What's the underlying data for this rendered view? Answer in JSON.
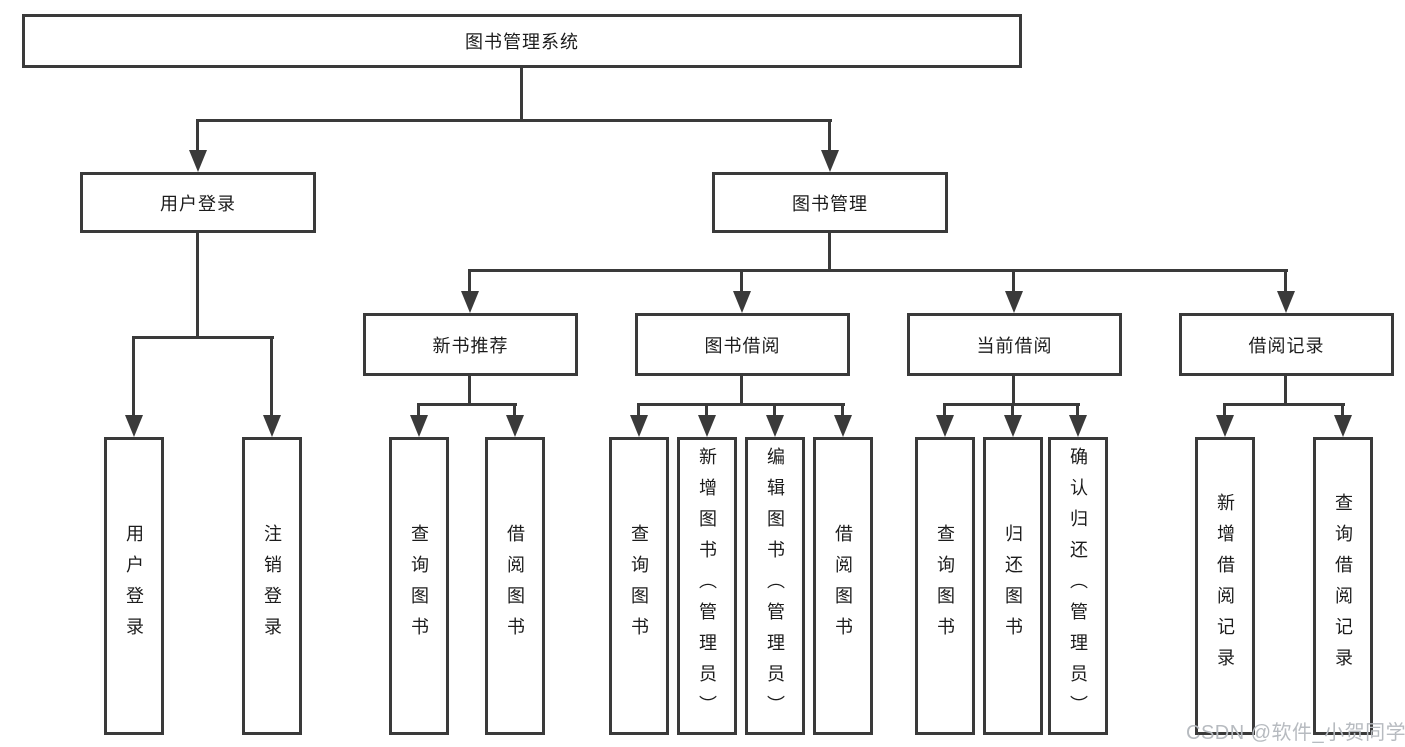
{
  "diagram": {
    "title": "图书管理系统",
    "level2": [
      {
        "label": "用户登录",
        "children": [
          "用户登录",
          "注销登录"
        ]
      },
      {
        "label": "图书管理"
      }
    ],
    "level3": [
      {
        "label": "新书推荐",
        "children": [
          "查询图书",
          "借阅图书"
        ]
      },
      {
        "label": "图书借阅",
        "children": [
          "查询图书",
          "新增图书（管理员）",
          "编辑图书（管理员）",
          "借阅图书"
        ]
      },
      {
        "label": "当前借阅",
        "children": [
          "查询图书",
          "归还图书",
          "确认归还（管理员）"
        ]
      },
      {
        "label": "借阅记录",
        "children": [
          "新增借阅记录",
          "查询借阅记录"
        ]
      }
    ]
  },
  "watermark": "CSDN @软件_小贺同学",
  "colors": {
    "line": "#3a3a3a",
    "text": "#1c1c1c",
    "watermark": "#b7bbc0",
    "background": "#ffffff"
  }
}
